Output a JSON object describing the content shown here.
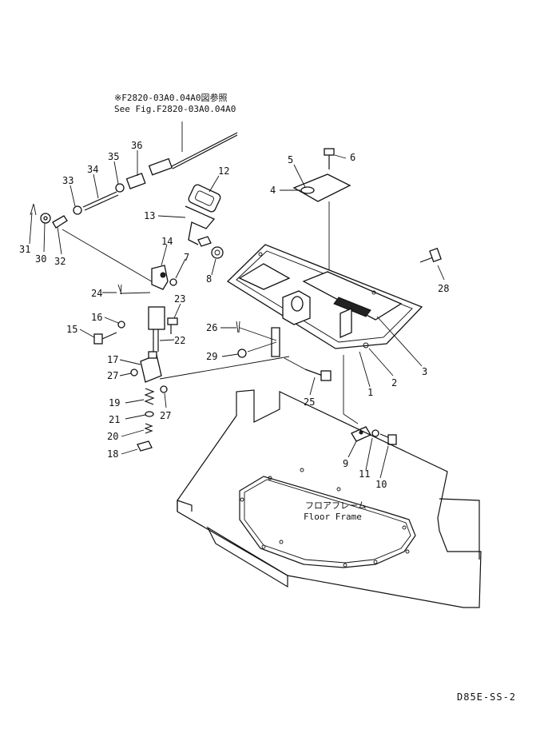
{
  "reference_note": {
    "line1": "※F2820-03A0.04A0図参照",
    "line2": "See Fig.F2820-03A0.04A0"
  },
  "floor_frame": {
    "jp": "フロアフレーム",
    "en": "Floor Frame"
  },
  "drawing_code": "D85E-SS-2",
  "callouts": [
    "1",
    "2",
    "3",
    "4",
    "5",
    "6",
    "7",
    "8",
    "9",
    "10",
    "11",
    "12",
    "13",
    "14",
    "15",
    "16",
    "17",
    "18",
    "19",
    "20",
    "21",
    "22",
    "23",
    "24",
    "25",
    "26",
    "27",
    "27",
    "28",
    "29",
    "30",
    "31",
    "32",
    "33",
    "34",
    "35",
    "36"
  ]
}
